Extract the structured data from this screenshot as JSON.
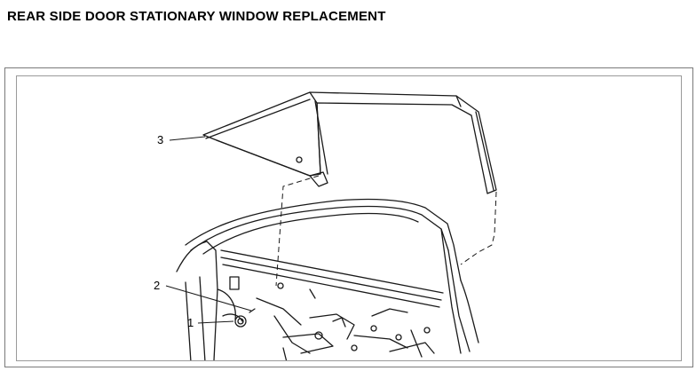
{
  "page": {
    "title": "REAR SIDE DOOR STATIONARY WINDOW REPLACEMENT"
  },
  "figure": {
    "callouts": [
      "1",
      "2",
      "3"
    ]
  }
}
